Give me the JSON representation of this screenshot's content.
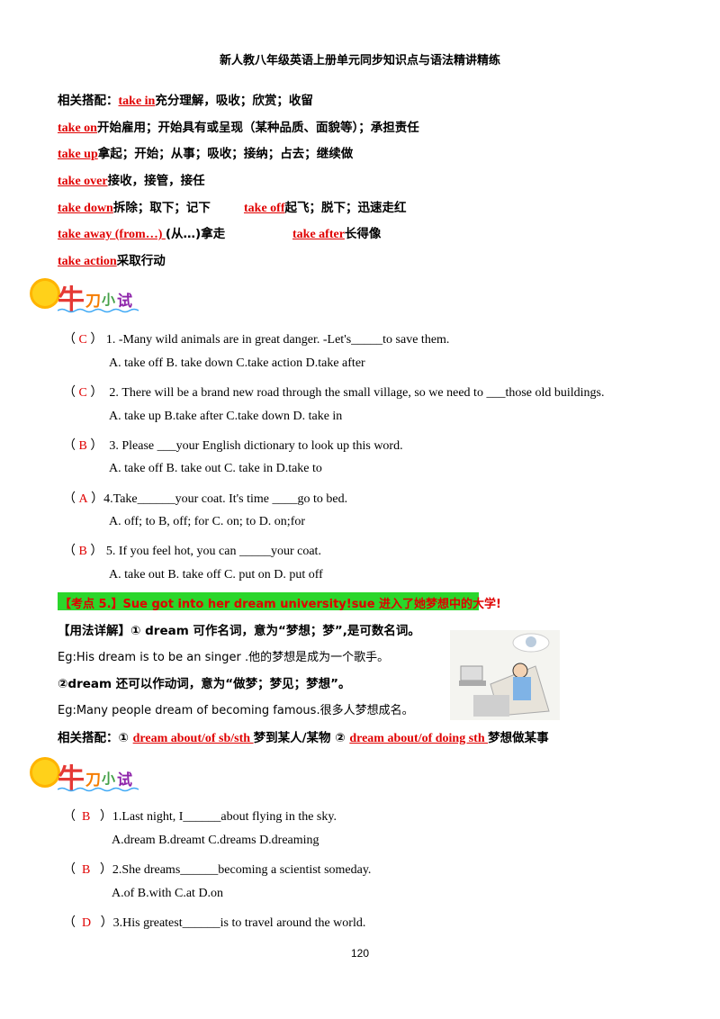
{
  "header": {
    "title": "新人教八年级英语上册单元同步知识点与语法精讲精练"
  },
  "phrases": {
    "intro": "相关搭配：",
    "take_in": "take in",
    "take_in_def": "充分理解，吸收；欣赏；收留",
    "take_on": "take on",
    "take_on_def": "开始雇用；开始具有或呈现（某种品质、面貌等）；承担责任",
    "take_up": "take up",
    "take_up_def": "拿起；开始；从事；吸收；接纳；占去；继续做",
    "take_over": "take over",
    "take_over_def": "接收，接管，接任",
    "take_down": "take down",
    "take_down_def": "拆除；取下；记下",
    "take_off": "take off",
    "take_off_def": "起飞；脱下；迅速走红",
    "take_away": "take away (from…) ",
    "take_away_def": "(从…)拿走",
    "take_after": "take after",
    "take_after_def": "长得像",
    "take_action": "take  action",
    "take_action_def": "采取行动"
  },
  "section1": {
    "title_big": "牛",
    "title_small1": "刀",
    "title_small2": "小",
    "title_small3": "试",
    "questions": [
      {
        "open": "（",
        "ans": "C",
        "close": "）",
        "text": "1. -Many wild animals are in great danger. -Let's_____to save them.",
        "options": "A. take off      B. take down   C.take action   D.take after"
      },
      {
        "open": "（",
        "ans": "C",
        "close": "）",
        "text": "2. There will be a brand new road through the small village, so we need to ___those old buildings.",
        "options": "A. take up          B.take after    C.take down        D. take in"
      },
      {
        "open": "（",
        "ans": "B",
        "close": "）",
        "text": "3. Please ___your English dictionary to look up this word.",
        "options": "A. take off        B. take out       C. take in  D.take to"
      },
      {
        "open": "（",
        "ans": "A",
        "close": "）",
        "text": "4.Take______your coat. It's time ____go to bed.",
        "options": "A. off; to           B, off; for          C. on; to    D. on;for"
      },
      {
        "open": "（",
        "ans": "B",
        "close": "）",
        "text": "5. If you feel hot, you can _____your coat.",
        "options": "A. take out        B. take off       C. put on           D. put off"
      }
    ]
  },
  "kaodian": {
    "text": "【考点 5.】Sue  got  into  her  dream  university!sue 进入了她梦想中的大学!"
  },
  "usage": {
    "line1": "【用法详解】① dream 可作名词，意为“梦想；梦”,是可数名词。",
    "line2": "Eg:His dream is to be an singer .他的梦想是成为一个歌手。",
    "line3": "②dream 还可以作动词，意为“做梦；梦见；梦想”。",
    "line4": "Eg:Many people dream of becoming famous.很多人梦想成名。",
    "coll_intro": "相关搭配：①",
    "coll1": "dream  about/of  sb/sth ",
    "coll1_def": "梦到某人/某物    ②",
    "coll2": "dream  about/of  doing  sth ",
    "coll2_def": "梦想做某事"
  },
  "section2": {
    "title_big": "牛",
    "title_small1": "刀",
    "title_small2": "小",
    "title_small3": "试",
    "questions": [
      {
        "open": "（",
        "ans": "B",
        "close": "）",
        "text": "1.Last night, I______about flying in the sky.",
        "options": "A.dream     B.dreamt     C.dreams          D.dreaming"
      },
      {
        "open": "（",
        "ans": "B",
        "close": "）",
        "text": "2.She dreams______becoming a scientist someday.",
        "options": "A.of    B.with    C.at              D.on"
      },
      {
        "open": "（",
        "ans": "D",
        "close": "）",
        "text": "3.His greatest______is to travel around the world.",
        "options": ""
      }
    ]
  },
  "footer": {
    "page_number": "120"
  }
}
